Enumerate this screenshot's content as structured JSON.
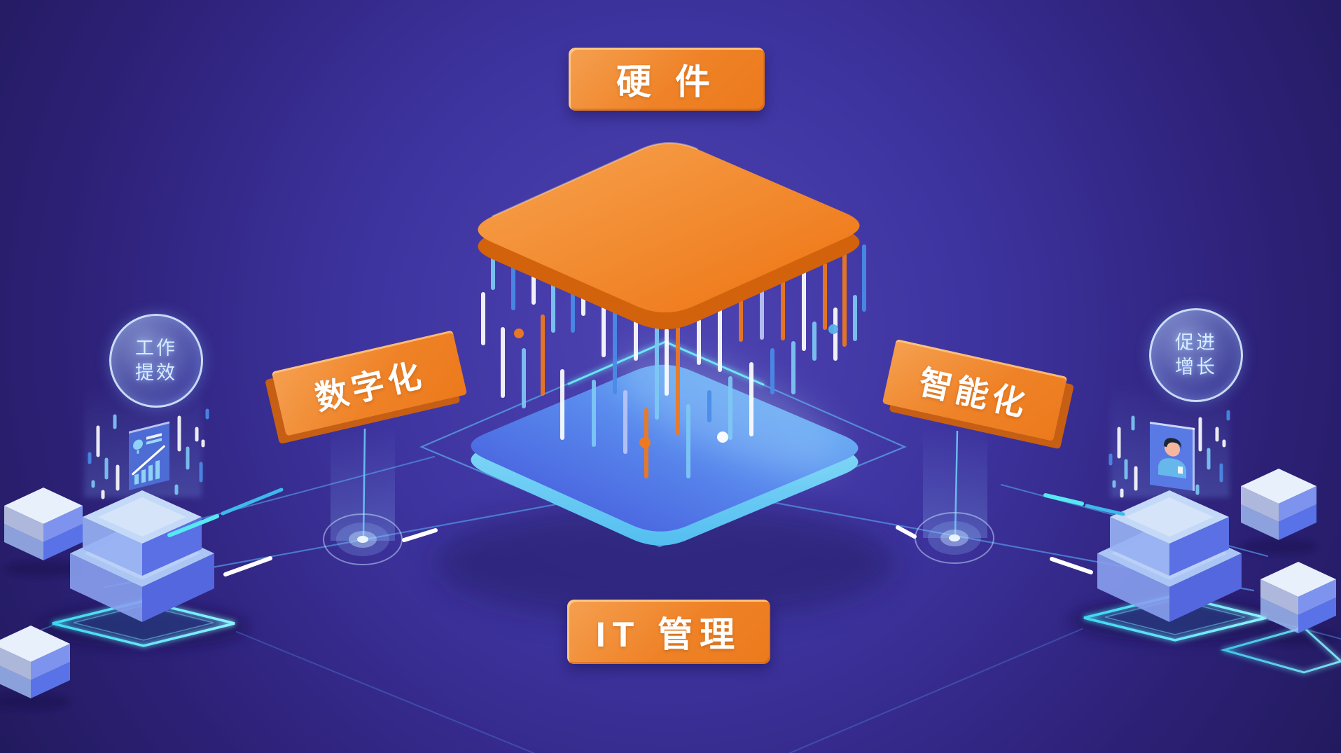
{
  "labels": {
    "top": "硬 件",
    "left": "数字化",
    "right": "智能化",
    "bottom": "IT 管理"
  },
  "badges": {
    "left": {
      "line1": "工作",
      "line2": "提效"
    },
    "right": {
      "line1": "促进",
      "line2": "增长"
    }
  },
  "icons": {
    "left_tower_panel": "bar-chart-report-icon",
    "right_tower_panel": "user-avatar-icon",
    "pulse_nodes": "pulse-ring-icon",
    "cubes": "isometric-cube",
    "plates": "isometric-plates"
  },
  "colors": {
    "background": "#382d90",
    "accent_orange": "#ee7d1f",
    "accent_cyan": "#57e8f2",
    "platform_blue": "#5a8cf0",
    "wireframe_blue": "#4f86d8",
    "badge_text": "#d9ebff",
    "palette": {
      "w": "#ffffff",
      "lb": "#7ec9f5",
      "b": "#4a8ce8",
      "o": "#f0791d",
      "lav": "#b9c6f8",
      "c": "#57e8f2",
      "c2": "#3fb9ea",
      "d": "#5ab0e8"
    }
  },
  "decor": {
    "streaks": [
      [
        690,
        420,
        70,
        "w"
      ],
      [
        704,
        366,
        45,
        "lb"
      ],
      [
        718,
        470,
        95,
        "w"
      ],
      [
        733,
        380,
        60,
        "b"
      ],
      [
        748,
        500,
        80,
        "lb"
      ],
      [
        762,
        392,
        40,
        "w"
      ],
      [
        775,
        452,
        110,
        "o"
      ],
      [
        790,
        402,
        70,
        "lb"
      ],
      [
        803,
        530,
        95,
        "w"
      ],
      [
        818,
        412,
        60,
        "b"
      ],
      [
        833,
        420,
        28,
        "w"
      ],
      [
        848,
        545,
        90,
        "lb"
      ],
      [
        862,
        432,
        75,
        "w"
      ],
      [
        878,
        440,
        120,
        "b"
      ],
      [
        893,
        560,
        85,
        "lav"
      ],
      [
        908,
        452,
        60,
        "w"
      ],
      [
        923,
        585,
        95,
        "o"
      ],
      [
        938,
        466,
        130,
        "lb"
      ],
      [
        952,
        472,
        90,
        "w"
      ],
      [
        968,
        468,
        150,
        "o"
      ],
      [
        983,
        580,
        100,
        "lb"
      ],
      [
        998,
        458,
        60,
        "w"
      ],
      [
        1013,
        560,
        40,
        "b"
      ],
      [
        1028,
        438,
        90,
        "w"
      ],
      [
        1043,
        540,
        85,
        "lb"
      ],
      [
        1058,
        430,
        55,
        "o"
      ],
      [
        1073,
        520,
        100,
        "w"
      ],
      [
        1088,
        412,
        70,
        "lav"
      ],
      [
        1103,
        500,
        60,
        "b"
      ],
      [
        1118,
        398,
        85,
        "o"
      ],
      [
        1133,
        490,
        70,
        "lb"
      ],
      [
        1148,
        388,
        110,
        "w"
      ],
      [
        1163,
        462,
        50,
        "lb"
      ],
      [
        1178,
        378,
        90,
        "o"
      ],
      [
        1193,
        442,
        70,
        "w"
      ],
      [
        1206,
        362,
        130,
        "o"
      ],
      [
        1221,
        424,
        60,
        "lb"
      ],
      [
        1234,
        352,
        90,
        "b"
      ]
    ],
    "dots": [
      [
        741,
        476,
        7,
        "o"
      ],
      [
        828,
        415,
        6,
        "w"
      ],
      [
        921,
        632,
        8,
        "o"
      ],
      [
        1032,
        624,
        8,
        "w"
      ],
      [
        1167,
        362,
        5,
        "w"
      ],
      [
        1190,
        470,
        7,
        "d"
      ]
    ],
    "dashes": [
      [
        242,
        764,
        310,
        737,
        "c",
        6
      ],
      [
        318,
        733,
        402,
        699,
        "c2",
        5
      ],
      [
        322,
        820,
        386,
        797,
        "w",
        6
      ],
      [
        577,
        771,
        622,
        757,
        "w",
        6
      ],
      [
        1493,
        707,
        1545,
        719,
        "c",
        6
      ],
      [
        1552,
        722,
        1604,
        734,
        "c2",
        5
      ],
      [
        1502,
        798,
        1558,
        817,
        "w",
        6
      ],
      [
        1282,
        753,
        1306,
        766,
        "w",
        6
      ]
    ],
    "tower_dashes_left": [
      [
        140,
        610,
        40,
        "w"
      ],
      [
        152,
        656,
        26,
        "lb"
      ],
      [
        128,
        648,
        12,
        "b"
      ],
      [
        164,
        594,
        16,
        "lb"
      ],
      [
        168,
        666,
        32,
        "w"
      ],
      [
        147,
        702,
        8,
        "w"
      ],
      [
        256,
        596,
        46,
        "w"
      ],
      [
        268,
        640,
        28,
        "lb"
      ],
      [
        281,
        612,
        16,
        "w"
      ],
      [
        287,
        662,
        24,
        "b"
      ],
      [
        252,
        694,
        10,
        "lb"
      ],
      [
        296,
        586,
        10,
        "b"
      ],
      [
        133,
        688,
        6,
        "lb"
      ],
      [
        290,
        630,
        6,
        "w"
      ]
    ],
    "tower_dashes_right": [
      [
        1598,
        612,
        40,
        "w"
      ],
      [
        1608,
        658,
        24,
        "lb"
      ],
      [
        1586,
        650,
        12,
        "b"
      ],
      [
        1618,
        596,
        16,
        "lb"
      ],
      [
        1622,
        668,
        30,
        "w"
      ],
      [
        1602,
        700,
        8,
        "w"
      ],
      [
        1714,
        598,
        44,
        "w"
      ],
      [
        1726,
        642,
        26,
        "lb"
      ],
      [
        1738,
        612,
        16,
        "w"
      ],
      [
        1744,
        664,
        22,
        "b"
      ],
      [
        1710,
        694,
        10,
        "lb"
      ],
      [
        1754,
        588,
        10,
        "b"
      ],
      [
        1591,
        688,
        6,
        "lb"
      ],
      [
        1748,
        630,
        6,
        "w"
      ]
    ]
  }
}
